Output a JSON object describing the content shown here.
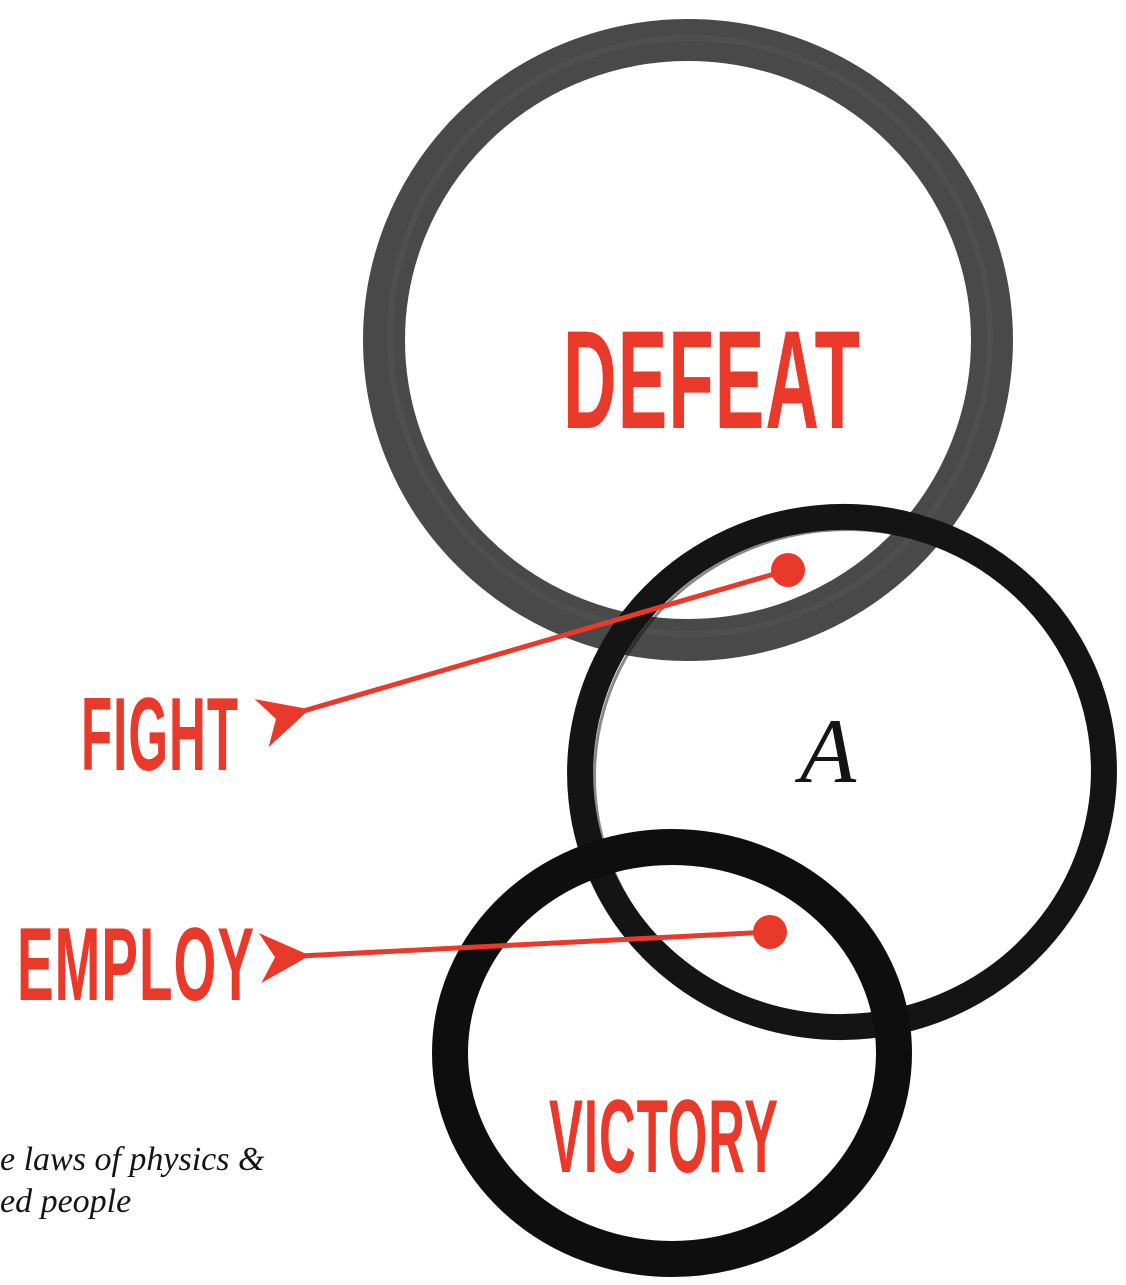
{
  "cover": {
    "word_defeat": "DEFEAT",
    "word_a": "A",
    "word_victory": "VICTORY",
    "word_fight": "FIGHT",
    "word_employ": "EMPLOY",
    "subtitle_line1": "e laws of physics &",
    "subtitle_line2": "ed people"
  },
  "colors": {
    "accent_red": "#e8392b",
    "ink_black": "#141414",
    "ink_gray": "#3a3a3a",
    "background": "#ffffff"
  },
  "icons": {
    "circle_top": "ink-circle-icon",
    "circle_middle": "ink-circle-icon",
    "circle_bottom": "ink-circle-icon",
    "arrow_fight": "arrow-left-icon",
    "arrow_employ": "arrow-left-icon"
  }
}
